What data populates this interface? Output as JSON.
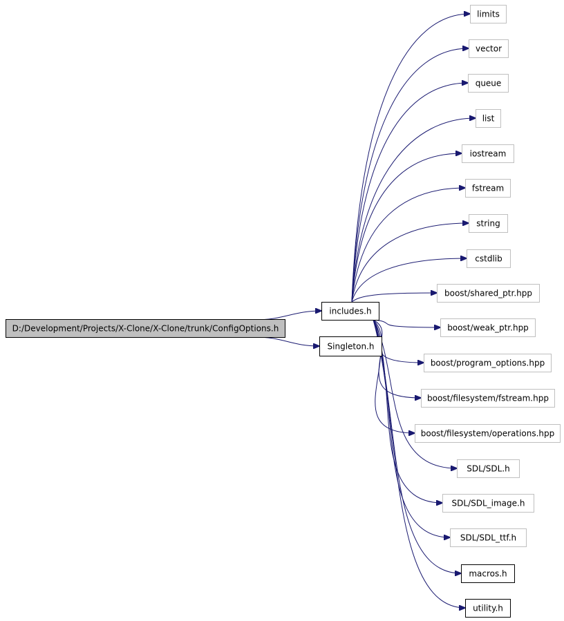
{
  "graph": {
    "colors": {
      "edge": "#191970",
      "root_fill": "#bfbfbf",
      "node_fill": "#ffffff",
      "documented_border": "#000000",
      "undocumented_border": "#bfbfbf"
    },
    "root": {
      "id": "root",
      "label": "D:/Development/Projects/X-Clone/X-Clone/trunk/ConfigOptions.h"
    },
    "nodes": [
      {
        "id": "includes",
        "label": "includes.h",
        "documented": true
      },
      {
        "id": "singleton",
        "label": "Singleton.h",
        "documented": true
      },
      {
        "id": "limits",
        "label": "limits",
        "documented": false
      },
      {
        "id": "vector",
        "label": "vector",
        "documented": false
      },
      {
        "id": "queue",
        "label": "queue",
        "documented": false
      },
      {
        "id": "list",
        "label": "list",
        "documented": false
      },
      {
        "id": "iostream",
        "label": "iostream",
        "documented": false
      },
      {
        "id": "fstream",
        "label": "fstream",
        "documented": false
      },
      {
        "id": "string",
        "label": "string",
        "documented": false
      },
      {
        "id": "cstdlib",
        "label": "cstdlib",
        "documented": false
      },
      {
        "id": "shared_ptr",
        "label": "boost/shared_ptr.hpp",
        "documented": false
      },
      {
        "id": "weak_ptr",
        "label": "boost/weak_ptr.hpp",
        "documented": false
      },
      {
        "id": "program_options",
        "label": "boost/program_options.hpp",
        "documented": false
      },
      {
        "id": "fs_fstream",
        "label": "boost/filesystem/fstream.hpp",
        "documented": false
      },
      {
        "id": "fs_operations",
        "label": "boost/filesystem/operations.hpp",
        "documented": false
      },
      {
        "id": "sdl",
        "label": "SDL/SDL.h",
        "documented": false
      },
      {
        "id": "sdl_image",
        "label": "SDL/SDL_image.h",
        "documented": false
      },
      {
        "id": "sdl_ttf",
        "label": "SDL/SDL_ttf.h",
        "documented": false
      },
      {
        "id": "macros",
        "label": "macros.h",
        "documented": true
      },
      {
        "id": "utility",
        "label": "utility.h",
        "documented": true
      }
    ],
    "edges": [
      {
        "from": "root",
        "to": "includes"
      },
      {
        "from": "root",
        "to": "singleton"
      },
      {
        "from": "includes",
        "to": "limits"
      },
      {
        "from": "includes",
        "to": "vector"
      },
      {
        "from": "includes",
        "to": "queue"
      },
      {
        "from": "includes",
        "to": "list"
      },
      {
        "from": "includes",
        "to": "iostream"
      },
      {
        "from": "includes",
        "to": "fstream"
      },
      {
        "from": "includes",
        "to": "string"
      },
      {
        "from": "includes",
        "to": "cstdlib"
      },
      {
        "from": "includes",
        "to": "shared_ptr"
      },
      {
        "from": "includes",
        "to": "weak_ptr"
      },
      {
        "from": "includes",
        "to": "program_options"
      },
      {
        "from": "includes",
        "to": "fs_fstream"
      },
      {
        "from": "includes",
        "to": "fs_operations"
      },
      {
        "from": "includes",
        "to": "sdl"
      },
      {
        "from": "includes",
        "to": "sdl_image"
      },
      {
        "from": "includes",
        "to": "sdl_ttf"
      },
      {
        "from": "includes",
        "to": "macros"
      },
      {
        "from": "includes",
        "to": "utility"
      }
    ]
  }
}
